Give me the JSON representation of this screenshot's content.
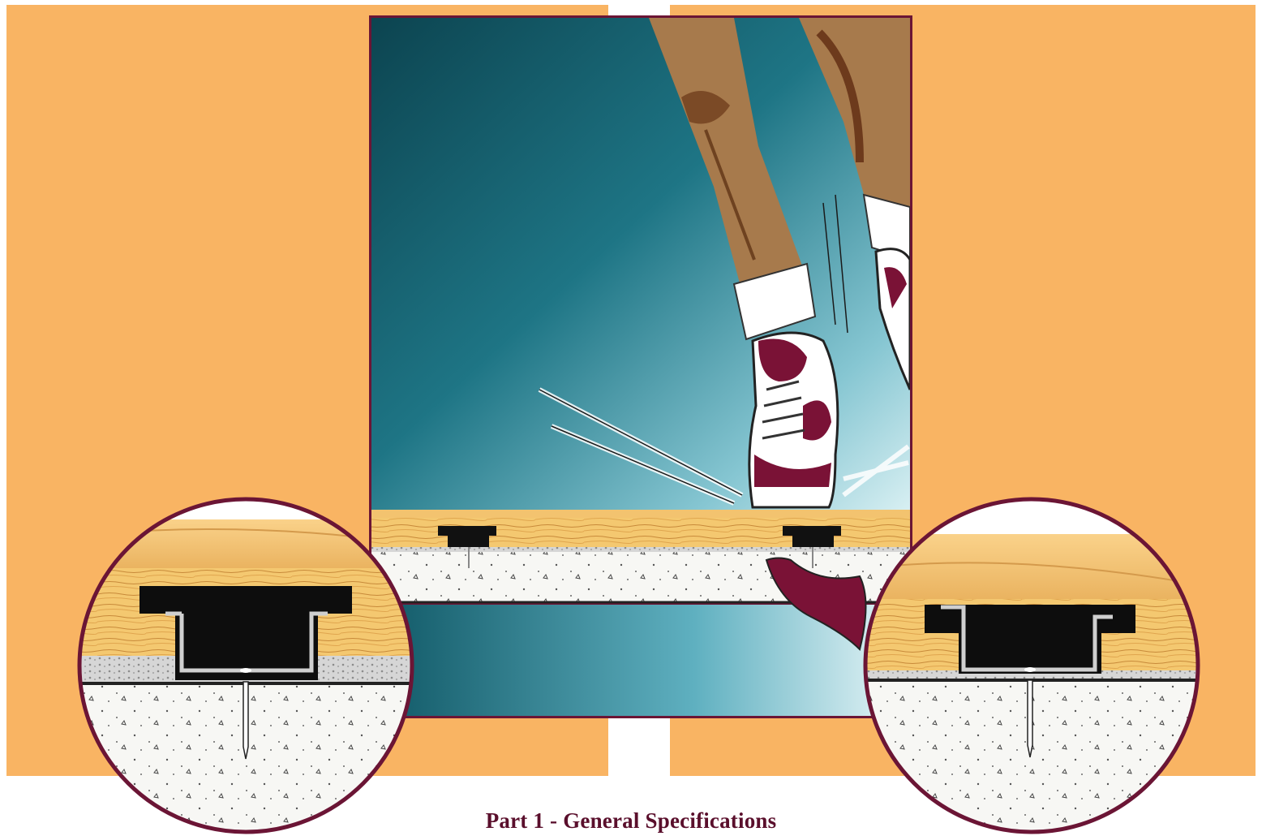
{
  "caption": "Part 1 - General Specifications",
  "colors": {
    "background_panels": "#f9b463",
    "frame": "#6b1535",
    "teal_dark": "#0f4f5b",
    "teal_light": "#bfe6ec",
    "wood": "#f3c878",
    "channel": "#111111",
    "maroon": "#7a1236"
  },
  "illustration": {
    "subject": "athlete-feet-on-sport-floor",
    "detail_left": "floor-section-detail",
    "detail_right": "floor-section-detail"
  }
}
